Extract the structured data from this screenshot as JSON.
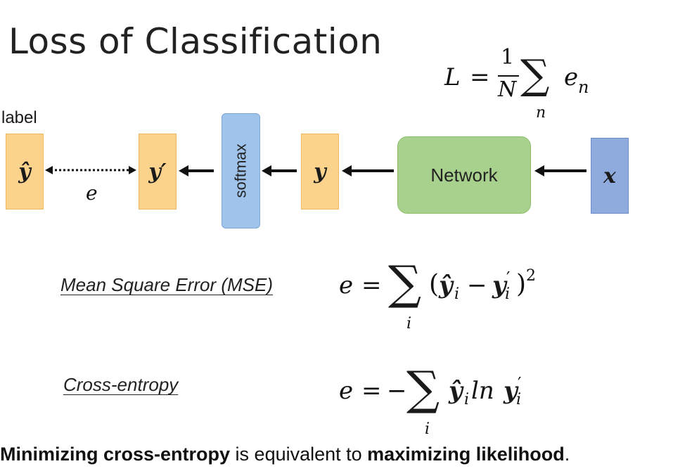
{
  "slide": {
    "title": "Loss of Classification",
    "diagram": {
      "label_text": "label",
      "y_hat": "ŷ",
      "error_symbol": "e",
      "y_prime": "y′",
      "softmax_label": "softmax",
      "y_output": "y",
      "network_label": "Network",
      "x_input": "x"
    },
    "loss_formula": {
      "lhs": "L",
      "equals": "=",
      "numerator": "1",
      "denominator": "N",
      "sum": "∑",
      "sum_index": "n",
      "term": "e",
      "term_sub": "n"
    },
    "mse": {
      "label": "Mean Square Error (MSE)",
      "lhs": "e",
      "equals": "=",
      "sum": "∑",
      "sum_index": "i",
      "open": "(",
      "yhat": "ŷ",
      "yhat_sub": "i",
      "minus": "−",
      "yprime": "y",
      "yprime_sup": "′",
      "yprime_sub": "i",
      "close": ")",
      "power": "2"
    },
    "cross_entropy": {
      "label": "Cross-entropy",
      "lhs": "e",
      "equals": "=",
      "minus": "−",
      "sum": "∑",
      "sum_index": "i",
      "yhat": "ŷ",
      "yhat_sub": "i",
      "ln": "ln",
      "yprime": "y",
      "yprime_sup": "′",
      "yprime_sub": "i"
    },
    "statement": {
      "bold1": "Minimizing cross-entropy",
      "middle": " is equivalent to ",
      "bold2": "maximizing likelihood",
      "end": "."
    }
  }
}
